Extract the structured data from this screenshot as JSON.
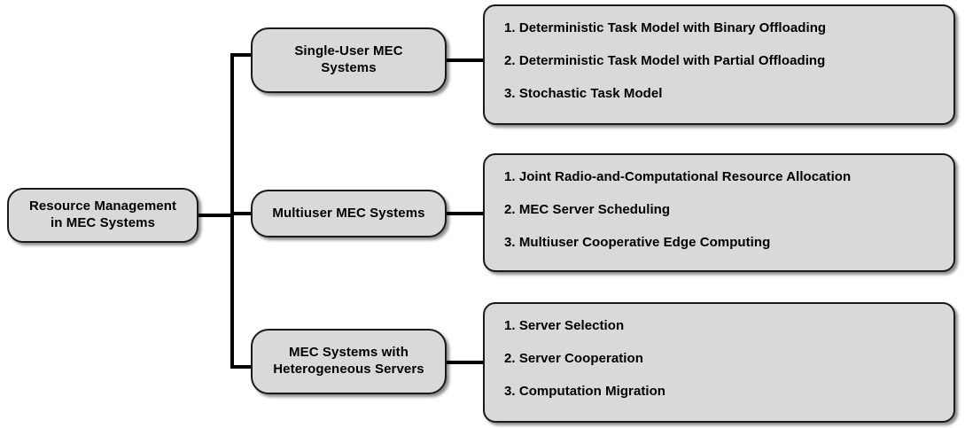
{
  "diagram": {
    "title": "Resource Management in MEC Systems taxonomy",
    "colors": {
      "node_fill": "#d9d9d9",
      "node_border": "#1a1a1a",
      "connector": "#000000",
      "background": "#ffffff",
      "text": "#000000"
    },
    "root": {
      "label_line1": "Resource Management",
      "label_line2": "in  MEC Systems"
    },
    "categories": [
      {
        "id": "single-user-mec-systems",
        "label_line1": "Single-User MEC",
        "label_line2": "Systems",
        "items": [
          "1. Deterministic Task Model with Binary Offloading",
          "2. Deterministic Task Model with Partial Offloading",
          "3. Stochastic Task Model"
        ]
      },
      {
        "id": "multiuser-mec-systems",
        "label_line1": "Multiuser MEC Systems",
        "label_line2": "",
        "items": [
          "1. Joint Radio-and-Computational Resource Allocation",
          "2. MEC Server Scheduling",
          "3. Multiuser Cooperative Edge Computing"
        ]
      },
      {
        "id": "mec-systems-with-heterogeneous-servers",
        "label_line1": "MEC Systems with",
        "label_line2": "Heterogeneous Servers",
        "items": [
          "1. Server Selection",
          "2. Server Cooperation",
          "3. Computation Migration"
        ]
      }
    ]
  }
}
